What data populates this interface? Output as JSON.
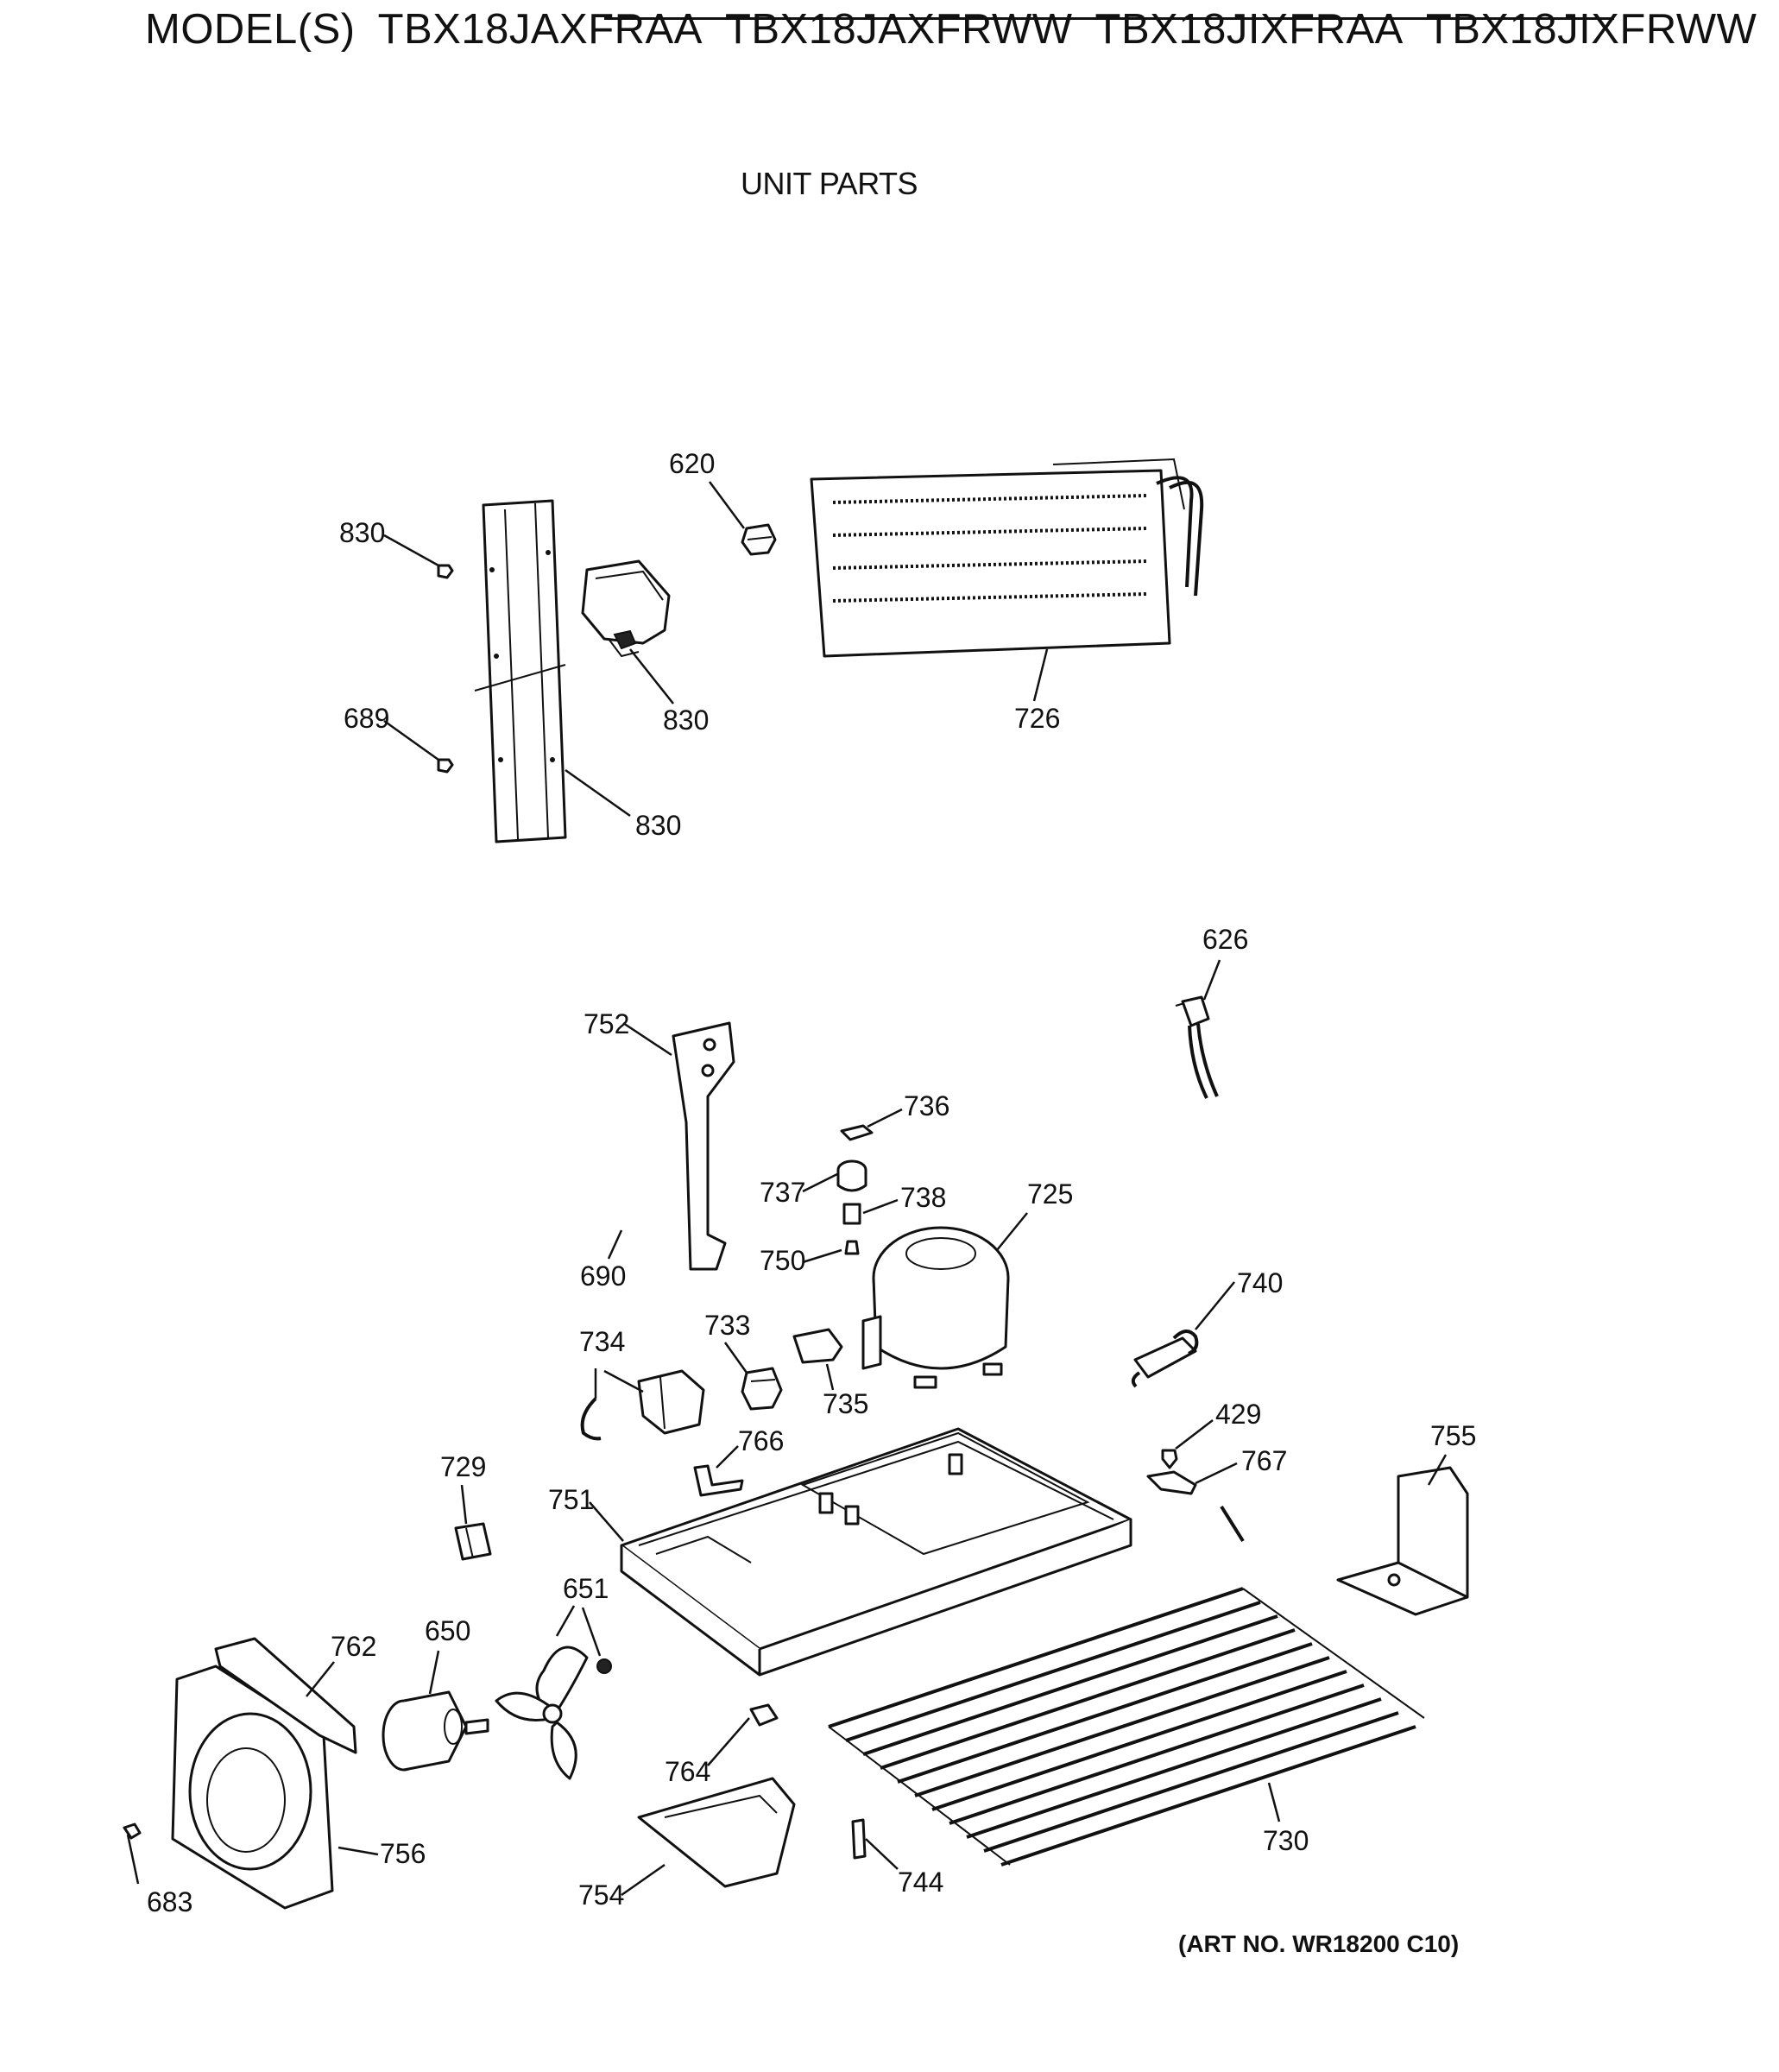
{
  "header": {
    "models_label": "MODEL(S)",
    "models": [
      "TBX18JAXFRAA",
      "TBX18JAXFRWW",
      "TBX18JIXFRAA",
      "TBX18JIXFRWW"
    ],
    "section_title": "UNIT PARTS"
  },
  "footer": {
    "art_no": "(ART NO. WR18200 C10)"
  },
  "callouts": [
    {
      "id": "c620",
      "label": "620"
    },
    {
      "id": "c830a",
      "label": "830"
    },
    {
      "id": "c830b",
      "label": "830"
    },
    {
      "id": "c830c",
      "label": "830"
    },
    {
      "id": "c689",
      "label": "689"
    },
    {
      "id": "c726",
      "label": "726"
    },
    {
      "id": "c626",
      "label": "626"
    },
    {
      "id": "c752",
      "label": "752"
    },
    {
      "id": "c736",
      "label": "736"
    },
    {
      "id": "c737",
      "label": "737"
    },
    {
      "id": "c738",
      "label": "738"
    },
    {
      "id": "c725",
      "label": "725"
    },
    {
      "id": "c750",
      "label": "750"
    },
    {
      "id": "c690",
      "label": "690"
    },
    {
      "id": "c740",
      "label": "740"
    },
    {
      "id": "c734",
      "label": "734"
    },
    {
      "id": "c733",
      "label": "733"
    },
    {
      "id": "c735",
      "label": "735"
    },
    {
      "id": "c429",
      "label": "429"
    },
    {
      "id": "c766",
      "label": "766"
    },
    {
      "id": "c767",
      "label": "767"
    },
    {
      "id": "c755",
      "label": "755"
    },
    {
      "id": "c729",
      "label": "729"
    },
    {
      "id": "c751",
      "label": "751"
    },
    {
      "id": "c651",
      "label": "651"
    },
    {
      "id": "c762",
      "label": "762"
    },
    {
      "id": "c650",
      "label": "650"
    },
    {
      "id": "c764",
      "label": "764"
    },
    {
      "id": "c730",
      "label": "730"
    },
    {
      "id": "c683",
      "label": "683"
    },
    {
      "id": "c756",
      "label": "756"
    },
    {
      "id": "c754",
      "label": "754"
    },
    {
      "id": "c744",
      "label": "744"
    }
  ]
}
